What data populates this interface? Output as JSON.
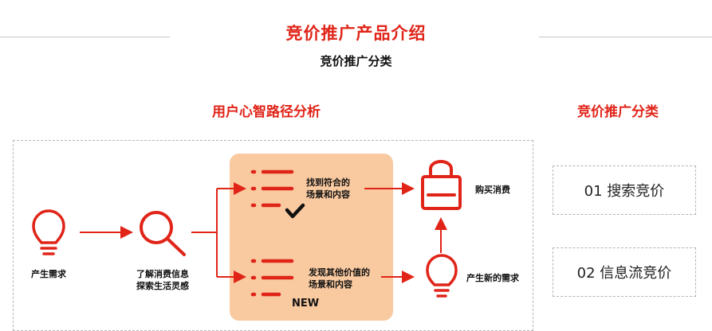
{
  "header": {
    "title": "竞价推广产品介绍",
    "subtitle": "竞价推广分类"
  },
  "left_section": {
    "title": "用户心智路径分析",
    "steps": {
      "need": "产生需求",
      "search_line1": "了解消费信息",
      "search_line2": "探索生活灵感",
      "find_line1": "找到符合的",
      "find_line2": "场景和内容",
      "discover_line1": "发现其他价值的",
      "discover_line2": "场景和内容",
      "new_badge": "NEW",
      "purchase": "购买消费",
      "new_need": "产生新的需求"
    }
  },
  "right_section": {
    "title": "竞价推广分类",
    "categories": [
      "01 搜索竞价",
      "02 信息流竞价"
    ]
  },
  "colors": {
    "accent": "#e02418",
    "highlight_bg": "#f9c9a0",
    "dash_border": "#b5b5b5"
  },
  "icons": [
    "lightbulb-icon",
    "magnifier-icon",
    "list-icon",
    "checkmark-icon",
    "shopping-basket-icon"
  ]
}
